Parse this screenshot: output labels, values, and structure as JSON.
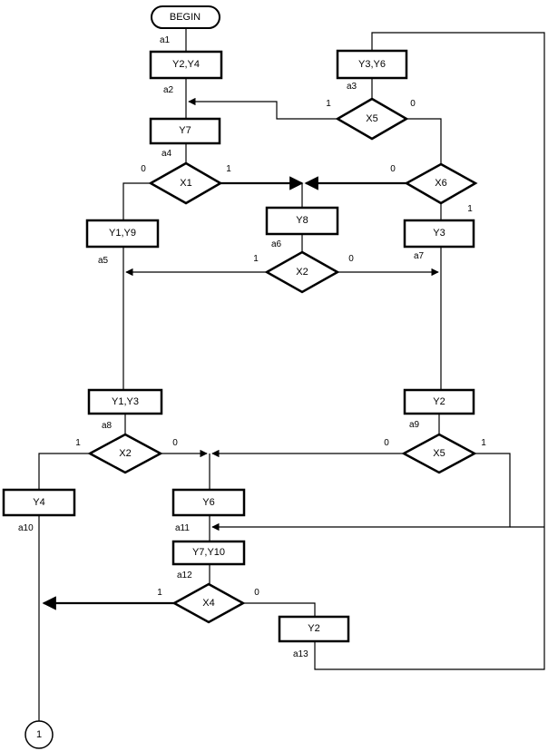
{
  "begin": "BEGIN",
  "operations": {
    "y2y4": "Y2,Y4",
    "y3y6": "Y3,Y6",
    "y7_top": "Y7",
    "y8": "Y8",
    "y1y9": "Y1,Y9",
    "y3_right": "Y3",
    "y1y3": "Y1,Y3",
    "y2_right": "Y2",
    "y4": "Y4",
    "y6": "Y6",
    "y7y10": "Y7,Y10",
    "y2_bottom": "Y2"
  },
  "conditions": {
    "x5_top": "X5",
    "x1": "X1",
    "x6": "X6",
    "x2_mid": "X2",
    "x2_low": "X2",
    "x5_low": "X5",
    "x4": "X4"
  },
  "states": {
    "a1": "a1",
    "a2": "a2",
    "a3": "a3",
    "a4": "a4",
    "a5": "a5",
    "a6": "a6",
    "a7": "a7",
    "a8": "a8",
    "a9": "a9",
    "a10": "a10",
    "a11": "a11",
    "a12": "a12",
    "a13": "a13"
  },
  "branches": {
    "one": "1",
    "zero": "0"
  },
  "connector": "1"
}
